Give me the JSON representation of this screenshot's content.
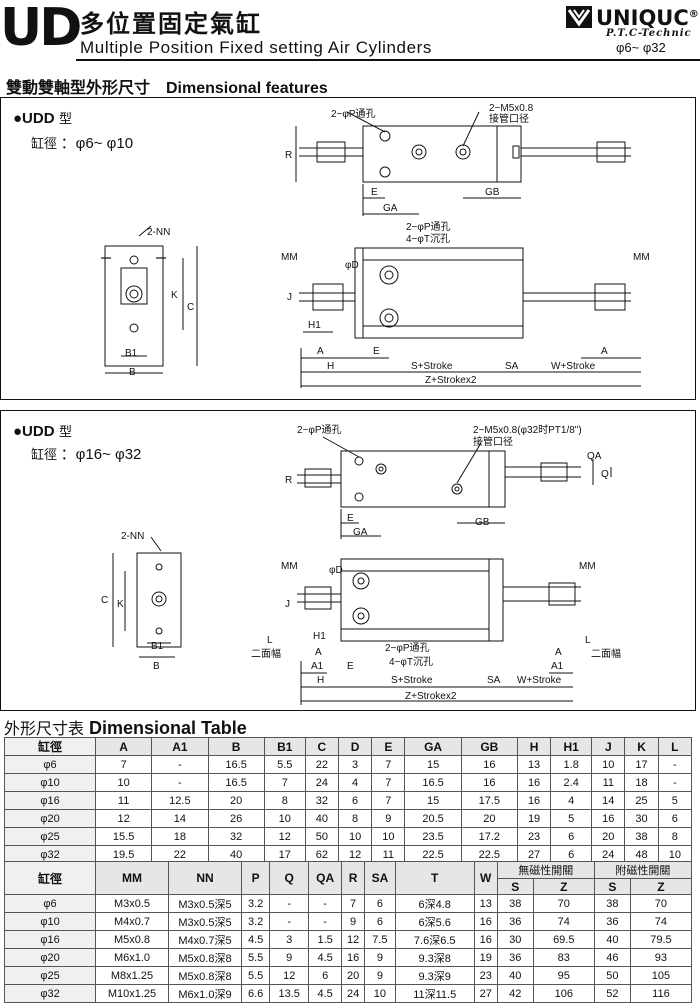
{
  "header": {
    "series": "UD",
    "title_cn": "多位置固定氣缸",
    "title_en": "Multiple Position Fixed setting Air Cylinders",
    "brand": "UNIQUC",
    "brand_mark": "®",
    "brand_sub": "P.T.C-Technic",
    "range": "φ6~ φ32"
  },
  "section_title": "雙動雙軸型外形尺寸　Dimensional features",
  "panel1": {
    "model": "●UDD",
    "model_suffix": "型",
    "bore_label": "缸徑",
    "bore_range": "：φ6~ φ10",
    "labels": {
      "port_hole": "2−φP通孔",
      "port_thread_1": "2−M5x0.8",
      "port_thread_2": "接管口径",
      "counterbore": "4−φT沉孔",
      "nn": "2-NN",
      "mm": "MM",
      "R": "R",
      "E": "E",
      "GA": "GA",
      "GB": "GB",
      "K": "K",
      "C": "C",
      "B1": "B1",
      "B": "B",
      "J": "J",
      "phiD": "φD",
      "H1": "H1",
      "A": "A",
      "H": "H",
      "S_stroke": "S+Stroke",
      "SA": "SA",
      "W_stroke": "W+Stroke",
      "Z_stroke": "Z+Strokex2"
    }
  },
  "panel2": {
    "model": "●UDD",
    "model_suffix": "型",
    "bore_label": "缸徑",
    "bore_range": "：φ16~ φ32",
    "labels": {
      "port_hole": "2−φP通孔",
      "port_thread_1": "2−M5x0.8(φ32时PT1/8\")",
      "port_thread_2": "接管口径",
      "counterbore": "4−φT沉孔",
      "nn": "2-NN",
      "mm": "MM",
      "QA": "QA",
      "Q": "Q",
      "L": "L",
      "flats": "二面幅",
      "A1": "A1"
    }
  },
  "table_title_cn": "外形尺寸表",
  "table_title_en": "Dimensional Table",
  "table1": {
    "headers": [
      "缸徑",
      "A",
      "A1",
      "B",
      "B1",
      "C",
      "D",
      "E",
      "GA",
      "GB",
      "H",
      "H1",
      "J",
      "K",
      "L"
    ],
    "rows": [
      [
        "φ6",
        "7",
        "-",
        "16.5",
        "5.5",
        "22",
        "3",
        "7",
        "15",
        "16",
        "13",
        "1.8",
        "10",
        "17",
        "-"
      ],
      [
        "φ10",
        "10",
        "-",
        "16.5",
        "7",
        "24",
        "4",
        "7",
        "16.5",
        "16",
        "16",
        "2.4",
        "11",
        "18",
        "-"
      ],
      [
        "φ16",
        "11",
        "12.5",
        "20",
        "8",
        "32",
        "6",
        "7",
        "15",
        "17.5",
        "16",
        "4",
        "14",
        "25",
        "5"
      ],
      [
        "φ20",
        "12",
        "14",
        "26",
        "10",
        "40",
        "8",
        "9",
        "20.5",
        "20",
        "19",
        "5",
        "16",
        "30",
        "6"
      ],
      [
        "φ25",
        "15.5",
        "18",
        "32",
        "12",
        "50",
        "10",
        "10",
        "23.5",
        "17.2",
        "23",
        "6",
        "20",
        "38",
        "8"
      ],
      [
        "φ32",
        "19.5",
        "22",
        "40",
        "17",
        "62",
        "12",
        "11",
        "22.5",
        "22.5",
        "27",
        "6",
        "24",
        "48",
        "10"
      ]
    ]
  },
  "table2": {
    "headers": [
      "缸徑",
      "MM",
      "NN",
      "P",
      "Q",
      "QA",
      "R",
      "SA",
      "T",
      "W"
    ],
    "group_nonmag": "無磁性開關",
    "group_mag": "附磁性開關",
    "sub": [
      "S",
      "Z",
      "S",
      "Z"
    ],
    "rows": [
      [
        "φ6",
        "M3x0.5",
        "M3x0.5深5",
        "3.2",
        "-",
        "-",
        "7",
        "6",
        "6深4.8",
        "13",
        "38",
        "70",
        "38",
        "70"
      ],
      [
        "φ10",
        "M4x0.7",
        "M3x0.5深5",
        "3.2",
        "-",
        "-",
        "9",
        "6",
        "6深5.6",
        "16",
        "36",
        "74",
        "36",
        "74"
      ],
      [
        "φ16",
        "M5x0.8",
        "M4x0.7深5",
        "4.5",
        "3",
        "1.5",
        "12",
        "7.5",
        "7.6深6.5",
        "16",
        "30",
        "69.5",
        "40",
        "79.5"
      ],
      [
        "φ20",
        "M6x1.0",
        "M5x0.8深8",
        "5.5",
        "9",
        "4.5",
        "16",
        "9",
        "9.3深8",
        "19",
        "36",
        "83",
        "46",
        "93"
      ],
      [
        "φ25",
        "M8x1.25",
        "M5x0.8深8",
        "5.5",
        "12",
        "6",
        "20",
        "9",
        "9.3深9",
        "23",
        "40",
        "95",
        "50",
        "105"
      ],
      [
        "φ32",
        "M10x1.25",
        "M6x1.0深9",
        "6.6",
        "13.5",
        "4.5",
        "24",
        "10",
        "11深11.5",
        "27",
        "42",
        "106",
        "52",
        "116"
      ]
    ]
  }
}
